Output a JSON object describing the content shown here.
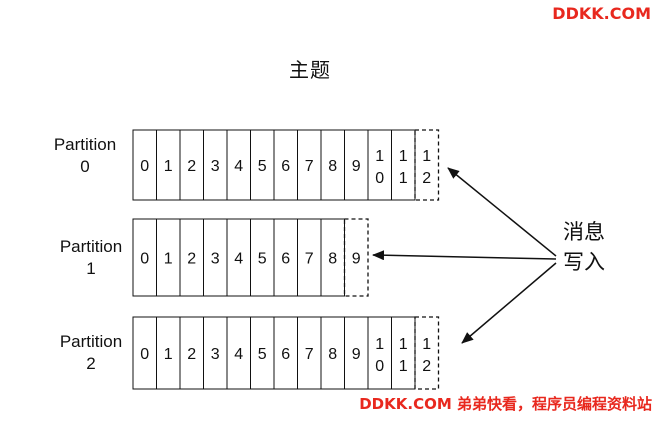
{
  "watermark_top": "DDKK.COM",
  "watermark_bottom": "DDKK.COM 弟弟快看，程序员编程资料站",
  "watermark_color": "#e8281e",
  "topic_title": "主题",
  "message_write": [
    "消息",
    "写入"
  ],
  "partitions": [
    {
      "label": [
        "Partition",
        "0"
      ],
      "cells": [
        "0",
        "1",
        "2",
        "3",
        "4",
        "5",
        "6",
        "7",
        "8",
        "9",
        [
          "1",
          "0"
        ],
        [
          "1",
          "1"
        ],
        [
          "1",
          "2"
        ]
      ],
      "dashed_last": true
    },
    {
      "label": [
        "Partition",
        "1"
      ],
      "cells": [
        "0",
        "1",
        "2",
        "3",
        "4",
        "5",
        "6",
        "7",
        "8",
        "9"
      ],
      "dashed_last": true
    },
    {
      "label": [
        "Partition",
        "2"
      ],
      "cells": [
        "0",
        "1",
        "2",
        "3",
        "4",
        "5",
        "6",
        "7",
        "8",
        "9",
        [
          "1",
          "0"
        ],
        [
          "1",
          "1"
        ],
        [
          "1",
          "2"
        ]
      ],
      "dashed_last": true
    }
  ]
}
